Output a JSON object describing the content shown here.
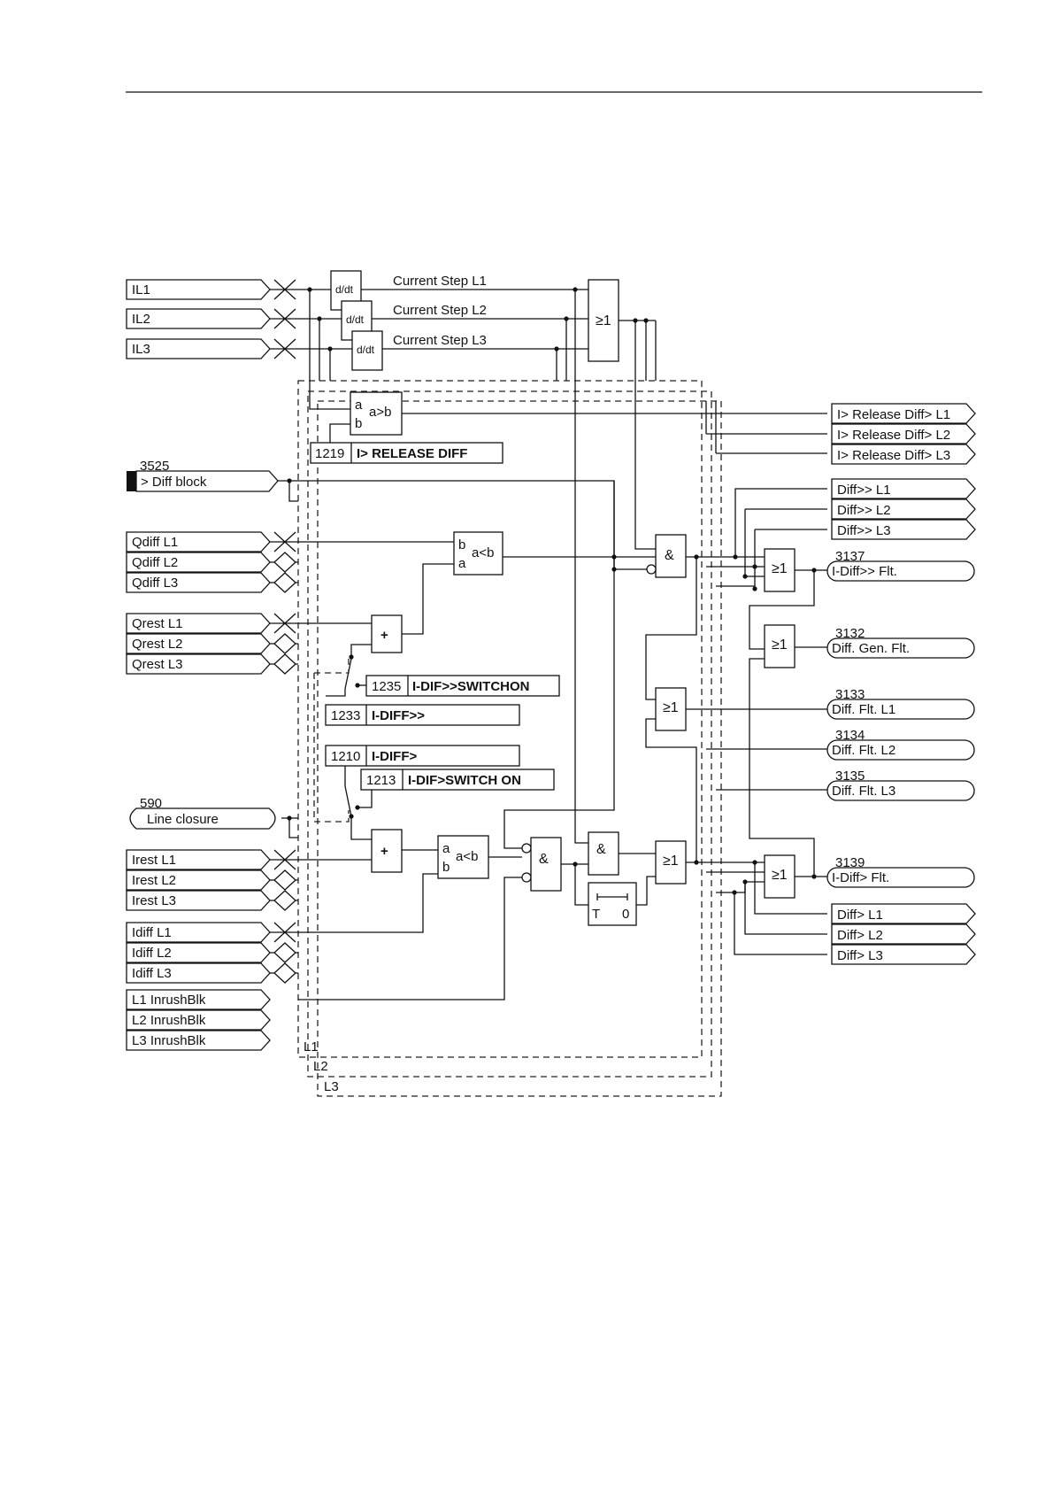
{
  "inputs": {
    "il1": "IL1",
    "il2": "IL2",
    "il3": "IL3",
    "diff_block_no": "3525",
    "diff_block": "> Diff block",
    "qdiff_l1": "Qdiff L1",
    "qdiff_l2": "Qdiff L2",
    "qdiff_l3": "Qdiff L3",
    "qrest_l1": "Qrest L1",
    "qrest_l2": "Qrest L2",
    "qrest_l3": "Qrest L3",
    "line_closure_no": "590",
    "line_closure": "Line closure",
    "irest_l1": "Irest L1",
    "irest_l2": "Irest L2",
    "irest_l3": "Irest L3",
    "idiff_l1": "Idiff L1",
    "idiff_l2": "Idiff L2",
    "idiff_l3": "Idiff L3",
    "inrush_l1": "L1 InrushBlk",
    "inrush_l2": "L2 InrushBlk",
    "inrush_l3": "L3 InrushBlk"
  },
  "steps": {
    "ddt": "d/dt",
    "step_l1": "Current Step L1",
    "step_l2": "Current Step L2",
    "step_l3": "Current Step L3"
  },
  "gates": {
    "or": "≥1",
    "and": "&",
    "plus": "+",
    "a": "a",
    "b": "b",
    "a_gt_b": "a>b",
    "a_lt_b": "a<b",
    "timer_t": "T",
    "timer_0": "0"
  },
  "settings": {
    "s1219_no": "1219",
    "s1219": "I> RELEASE DIFF",
    "s1235_no": "1235",
    "s1235": "I-DIF>>SWITCHON",
    "s1233_no": "1233",
    "s1233": "I-DIFF>>",
    "s1210_no": "1210",
    "s1210": "I-DIFF>",
    "s1213_no": "1213",
    "s1213": "I-DIF>SWITCH ON"
  },
  "outputs": {
    "rel_l1": "I> Release Diff> L1",
    "rel_l2": "I> Release Diff> L2",
    "rel_l3": "I> Release Diff> L3",
    "dd_l1": "Diff>> L1",
    "dd_l2": "Diff>> L2",
    "dd_l3": "Diff>> L3",
    "m3137_no": "3137",
    "m3137": "I-Diff>> Flt.",
    "m3132_no": "3132",
    "m3132": "Diff. Gen. Flt.",
    "m3133_no": "3133",
    "m3133": "Diff. Flt. L1",
    "m3134_no": "3134",
    "m3134": "Diff. Flt. L2",
    "m3135_no": "3135",
    "m3135": "Diff. Flt. L3",
    "m3139_no": "3139",
    "m3139": "I-Diff> Flt.",
    "d_l1": "Diff> L1",
    "d_l2": "Diff> L2",
    "d_l3": "Diff> L3"
  },
  "phases": {
    "l1": "L1",
    "l2": "L2",
    "l3": "L3"
  }
}
